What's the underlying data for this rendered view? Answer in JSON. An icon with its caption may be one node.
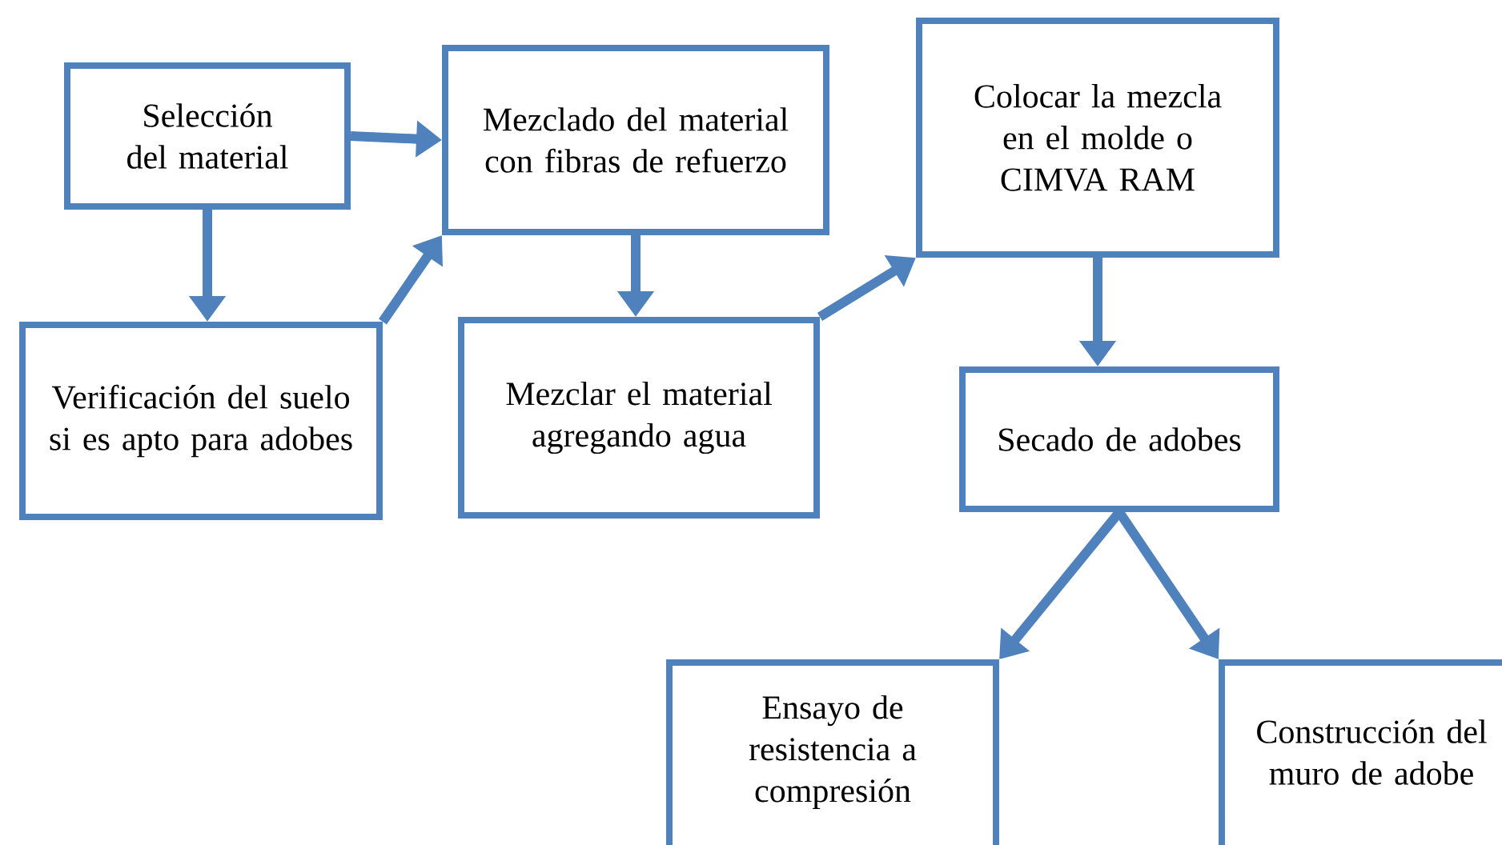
{
  "diagram": {
    "nodes": [
      {
        "text": [
          "Selección del material"
        ]
      },
      {
        "text": [
          "Mezclado del material con fibras de refuerzo"
        ]
      },
      {
        "text": [
          "Colocar la mezcla en el molde o CIMVA RAM"
        ]
      },
      {
        "text": [
          "Verificación del suelo si es apto para adobes"
        ]
      },
      {
        "text": [
          "Mezclar el material agregando agua"
        ]
      },
      {
        "text": [
          "Secado de adobes"
        ]
      },
      {
        "text": [
          "Ensayo de resistencia a compresión"
        ]
      },
      {
        "text": [
          "Construcción del muro de adobe"
        ]
      }
    ],
    "edges": [
      {
        "from": 0,
        "to": 1,
        "arrow": "to"
      },
      {
        "from": 0,
        "to": 3,
        "arrow": "to"
      },
      {
        "from": 3,
        "to": 1,
        "arrow": "to"
      },
      {
        "from": 1,
        "to": 4,
        "arrow": "to"
      },
      {
        "from": 4,
        "to": 2,
        "arrow": "to"
      },
      {
        "from": 2,
        "to": 5,
        "arrow": "to"
      },
      {
        "from": 5,
        "to": 6,
        "arrow": "to"
      },
      {
        "from": 5,
        "to": 7,
        "arrow": "to"
      }
    ]
  }
}
